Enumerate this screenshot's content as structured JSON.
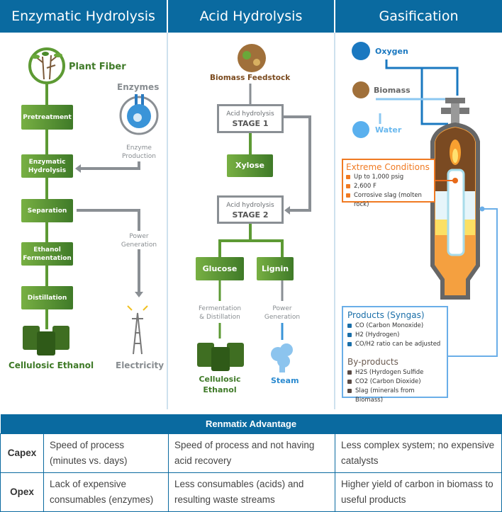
{
  "columns": [
    {
      "title": "Enzymatic Hydrolysis"
    },
    {
      "title": "Acid Hydrolysis"
    },
    {
      "title": "Gasification"
    }
  ],
  "enzymatic": {
    "source": "Plant Fiber",
    "steps": [
      "Pretreatment",
      "Enzymatic Hydrolysis",
      "Separation",
      "Ethanol Fermentation",
      "Distillation"
    ],
    "enzymes_label": "Enzymes",
    "enzyme_production": "Enzyme Production",
    "power_generation": "Power Generation",
    "product": "Cellulosic Ethanol",
    "electricity": "Electricity"
  },
  "acid": {
    "source": "Biomass Feedstock",
    "stage1_title": "Acid hydrolysis",
    "stage1": "STAGE 1",
    "xylose": "Xylose",
    "stage2_title": "Acid hydrolysis",
    "stage2": "STAGE 2",
    "glucose": "Glucose",
    "lignin": "Lignin",
    "fermentation": "Fermentation & Distillation",
    "power_generation": "Power Generation",
    "product": "Cellulosic Ethanol",
    "steam": "Steam"
  },
  "gasification": {
    "inputs": [
      "Oxygen",
      "Biomass",
      "Water"
    ],
    "extreme_title": "Extreme Conditions",
    "extreme_items": [
      "Up to 1,000  psig",
      "2,600 F",
      "Corrosive slag (molten rock)"
    ],
    "products_title": "Products (Syngas)",
    "products_items": [
      "CO (Carbon Monoxide)",
      "H2  (Hydrogen)",
      "CO/H2 ratio can be adjusted"
    ],
    "byproducts_title": "By-products",
    "byproducts_items": [
      "H2S (Hyrdogen Sulfide",
      "CO2 (Carbon Dioxide)",
      "Slag (minerals from Biomass)"
    ]
  },
  "table": {
    "title": "Renmatix Advantage",
    "rows": [
      {
        "label": "Capex",
        "cells": [
          "Speed of process (minutes vs. days)",
          "Speed of process and not having acid recovery",
          "Less complex system; no expensive catalysts"
        ]
      },
      {
        "label": "Opex",
        "cells": [
          "Lack of expensive consumables (enzymes)",
          "Less consumables (acids) and resulting waste streams",
          "Higher yield of carbon in biomass to useful products"
        ]
      }
    ]
  },
  "colors": {
    "header": "#0a6aa0",
    "green": "#4a8a2c",
    "orange": "#f07a22",
    "products_blue": "#1a6ea8",
    "brown": "#7a4a1e"
  }
}
